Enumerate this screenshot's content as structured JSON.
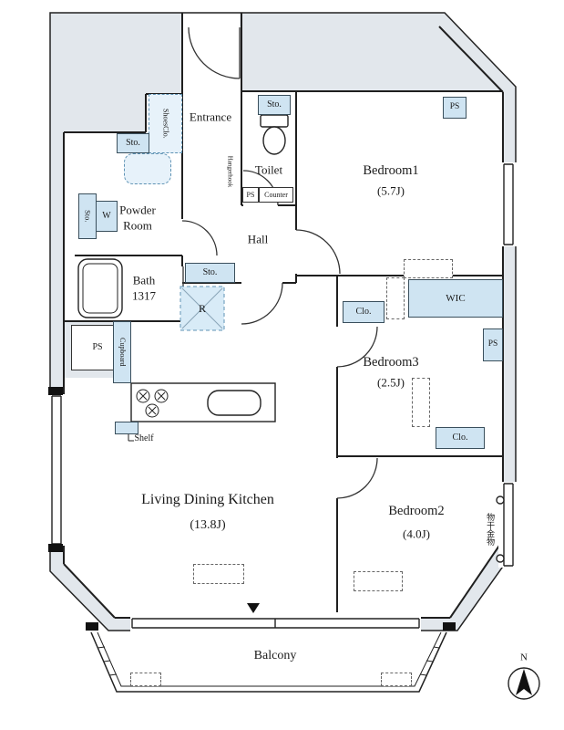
{
  "rooms": {
    "entrance": {
      "label": "Entrance"
    },
    "toilet": {
      "label": "Toilet"
    },
    "hall": {
      "label": "Hall"
    },
    "powder_room": {
      "line1": "Powder",
      "line2": "Room"
    },
    "bath": {
      "name": "Bath",
      "size": "1317"
    },
    "bedroom1": {
      "name": "Bedroom1",
      "size": "(5.7J)"
    },
    "bedroom2": {
      "name": "Bedroom2",
      "size": "(4.0J)"
    },
    "bedroom3": {
      "name": "Bedroom3",
      "size": "(2.5J)"
    },
    "ldk": {
      "name": "Living Dining Kitchen",
      "size": "(13.8J)"
    },
    "balcony": {
      "label": "Balcony"
    }
  },
  "fixtures": {
    "shoes_closet": "ShoesClo.",
    "storage": "Sto.",
    "hanger_hook": "Hangerhook",
    "counter": "Counter",
    "pipe_space": "PS",
    "washer": "W",
    "refrigerator": "R",
    "cupboard": "Cupboard",
    "shelf": "Shelf",
    "closet": "Clo.",
    "walk_in_closet": "WIC",
    "laundry_hardware": "物干金物"
  },
  "compass": {
    "north": "N"
  },
  "palette": {
    "outer_band": "#e2e7ec",
    "storage_blue": "#cfe4f2",
    "storage_blue_light": "#e7f2fa",
    "wall": "#1f1f1f",
    "accent_border": "#3a4f5c",
    "dashed_blue": "#5f93b4"
  }
}
